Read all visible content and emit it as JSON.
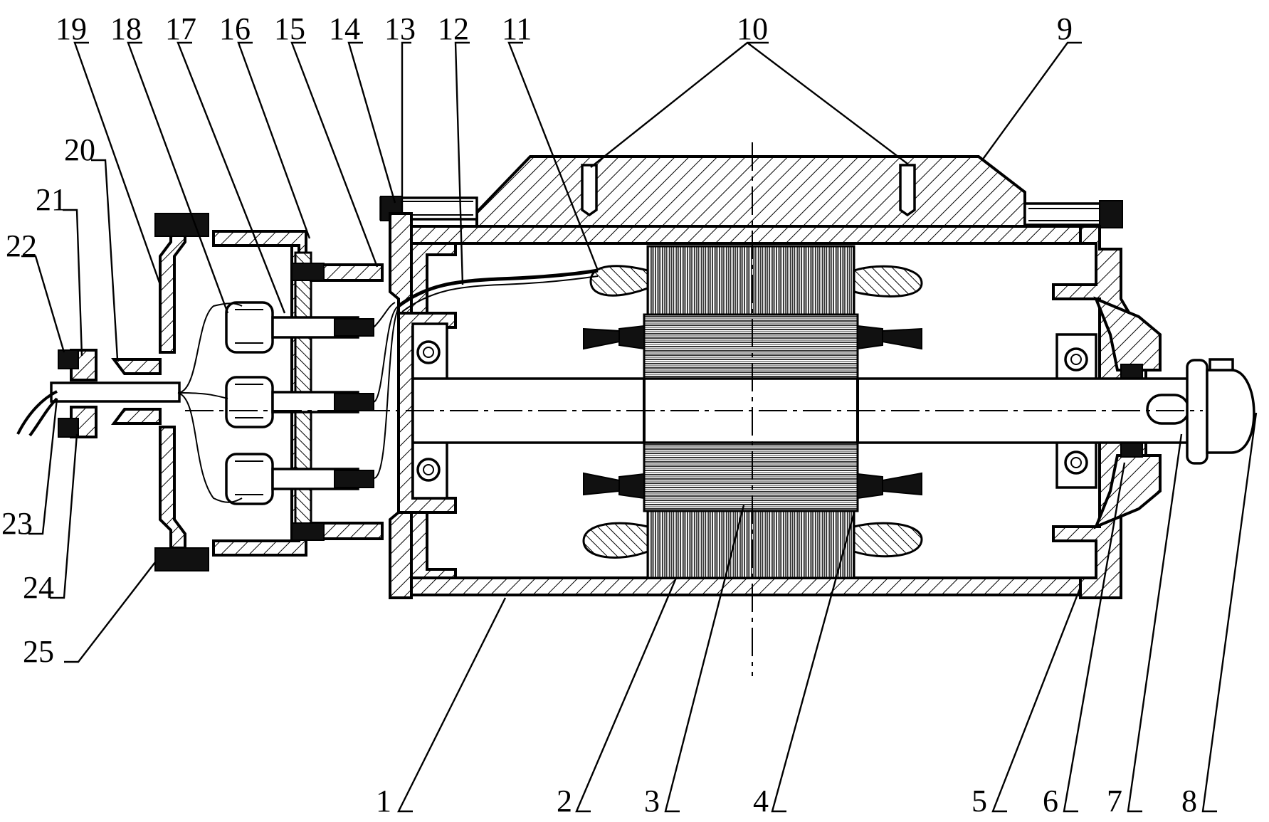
{
  "diagram": {
    "type": "motor cross-section drawing",
    "callouts": [
      {
        "id": "1",
        "label": "1"
      },
      {
        "id": "2",
        "label": "2"
      },
      {
        "id": "3",
        "label": "3"
      },
      {
        "id": "4",
        "label": "4"
      },
      {
        "id": "5",
        "label": "5"
      },
      {
        "id": "6",
        "label": "6"
      },
      {
        "id": "7",
        "label": "7"
      },
      {
        "id": "8",
        "label": "8"
      },
      {
        "id": "9",
        "label": "9"
      },
      {
        "id": "10",
        "label": "10"
      },
      {
        "id": "11",
        "label": "11"
      },
      {
        "id": "12",
        "label": "12"
      },
      {
        "id": "13",
        "label": "13"
      },
      {
        "id": "14",
        "label": "14"
      },
      {
        "id": "15",
        "label": "15"
      },
      {
        "id": "16",
        "label": "16"
      },
      {
        "id": "17",
        "label": "17"
      },
      {
        "id": "18",
        "label": "18"
      },
      {
        "id": "19",
        "label": "19"
      },
      {
        "id": "20",
        "label": "20"
      },
      {
        "id": "21",
        "label": "21"
      },
      {
        "id": "22",
        "label": "22"
      },
      {
        "id": "23",
        "label": "23"
      },
      {
        "id": "24",
        "label": "24"
      },
      {
        "id": "25",
        "label": "25"
      }
    ]
  }
}
